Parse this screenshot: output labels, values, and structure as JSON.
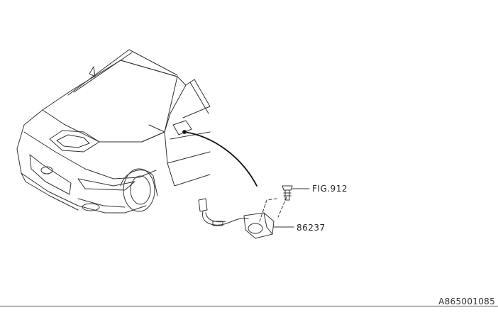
{
  "diagram": {
    "callouts": {
      "figure_reference": "FIG.912",
      "part_number": "86237"
    },
    "diagram_code": "A865001085"
  },
  "colors": {
    "line": "#333333",
    "background": "#ffffff"
  }
}
